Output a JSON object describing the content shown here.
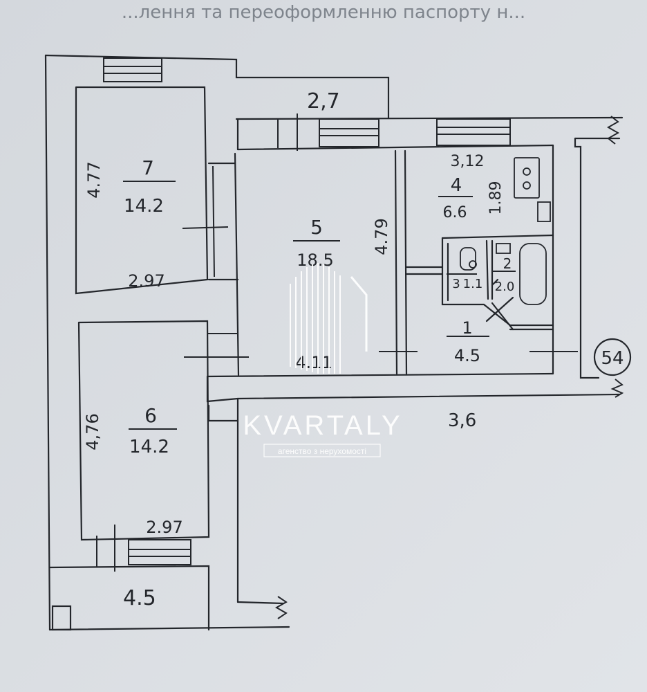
{
  "header": {
    "text": "...лення та переоформленню  паспорту н..."
  },
  "dimensions": {
    "top_corridor": "2,7",
    "right_outer": "3,6",
    "balcony": "4.5"
  },
  "rooms": [
    {
      "number": "7",
      "area": "14.2",
      "width": "2.97",
      "length": "4.77"
    },
    {
      "number": "6",
      "area": "14.2",
      "width": "2.97",
      "length": "4,76"
    },
    {
      "number": "5",
      "area": "18.5",
      "width": "4.11",
      "length": "4.79"
    },
    {
      "number": "4",
      "area": "6.6",
      "width": "3,12",
      "length": "1.89"
    },
    {
      "number": "3",
      "area": "1.1"
    },
    {
      "number": "2",
      "area": "2.0"
    },
    {
      "number": "1",
      "area": "4.5"
    }
  ],
  "apartment_number": "54",
  "watermark": {
    "brand": "KVARTALY",
    "tagline": "агенство з нерухомості"
  },
  "colors": {
    "paper": "#d9dde2",
    "ink": "#23262b",
    "watermark": "#ffffff"
  }
}
